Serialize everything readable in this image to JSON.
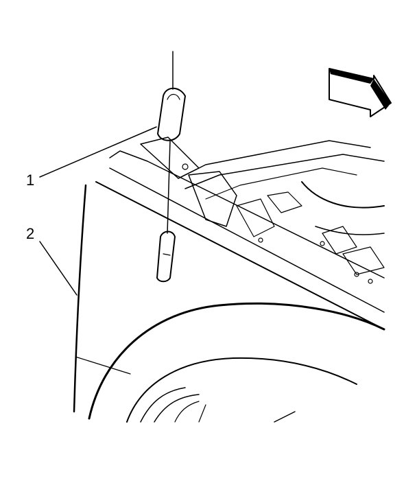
{
  "callouts": [
    {
      "id": "1",
      "label": "1"
    },
    {
      "id": "2",
      "label": "2"
    }
  ],
  "icons": {
    "view_direction": "arrow-icon"
  },
  "colors": {
    "line": "#000000",
    "background": "#ffffff",
    "arrow_fill": "#000000"
  }
}
